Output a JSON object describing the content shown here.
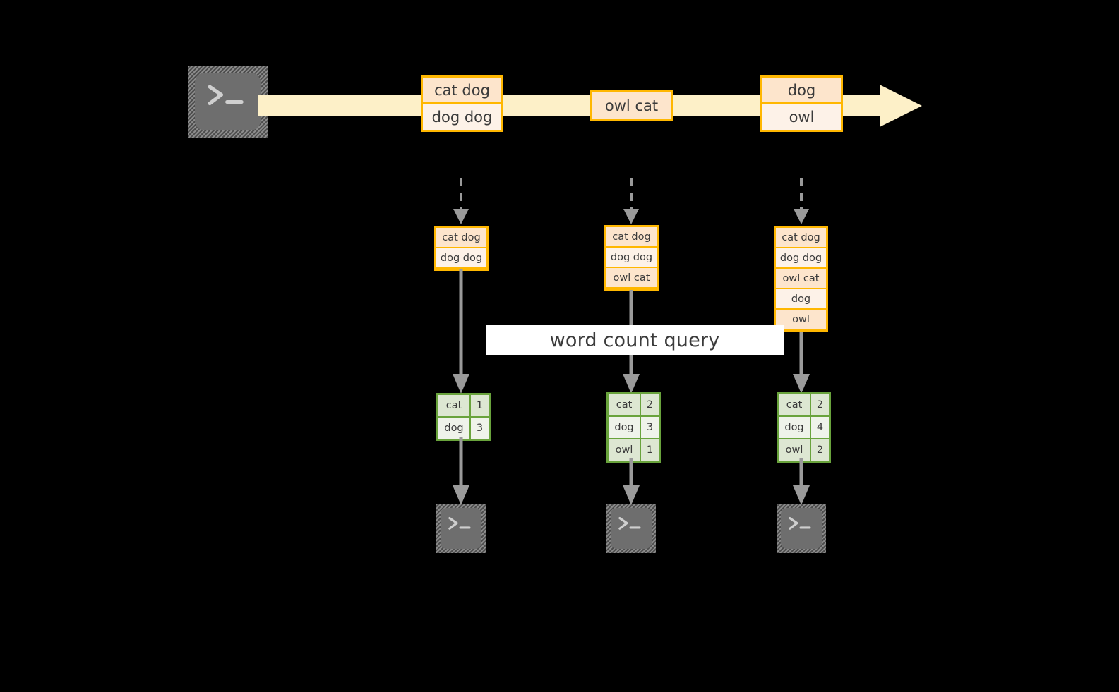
{
  "diagram": {
    "title_banner": "word count query",
    "icons": {
      "source_terminal": "terminal-icon",
      "sink_terminal": "terminal-icon",
      "stream_arrow": "right-arrow-icon",
      "flow_arrow": "down-arrow-icon",
      "dashed_flow_arrow": "dashed-down-arrow-icon"
    },
    "colors": {
      "stream_fill": "#fdf0c8",
      "box_border": "#ffb700",
      "box_fill_shaded": "#fde5cc",
      "box_fill_plain": "#fdf2e8",
      "table_border": "#69a33c",
      "table_fill_shaded": "#dde7d2",
      "table_fill_plain": "#eff3ea",
      "arrow_gray": "#9a9a9a",
      "terminal_gray": "#6e6e6e",
      "banner_bg": "#ffffff",
      "text": "#3b3b3b",
      "background": "#000000"
    },
    "stream": {
      "events": [
        {
          "lines": [
            "cat dog",
            "dog dog"
          ]
        },
        {
          "lines": [
            "owl cat"
          ]
        },
        {
          "lines": [
            "dog",
            "owl"
          ]
        }
      ]
    },
    "snapshots": [
      {
        "label": "snapshot-1",
        "lines": [
          "cat dog",
          "dog dog"
        ]
      },
      {
        "label": "snapshot-2",
        "lines": [
          "cat dog",
          "dog dog",
          "owl cat"
        ]
      },
      {
        "label": "snapshot-3",
        "lines": [
          "cat dog",
          "dog dog",
          "owl cat",
          "dog",
          "owl"
        ]
      }
    ],
    "results": [
      {
        "label": "result-1",
        "rows": [
          {
            "word": "cat",
            "count": "1"
          },
          {
            "word": "dog",
            "count": "3"
          }
        ]
      },
      {
        "label": "result-2",
        "rows": [
          {
            "word": "cat",
            "count": "2"
          },
          {
            "word": "dog",
            "count": "3"
          },
          {
            "word": "owl",
            "count": "1"
          }
        ]
      },
      {
        "label": "result-3",
        "rows": [
          {
            "word": "cat",
            "count": "2"
          },
          {
            "word": "dog",
            "count": "4"
          },
          {
            "word": "owl",
            "count": "2"
          }
        ]
      }
    ]
  }
}
